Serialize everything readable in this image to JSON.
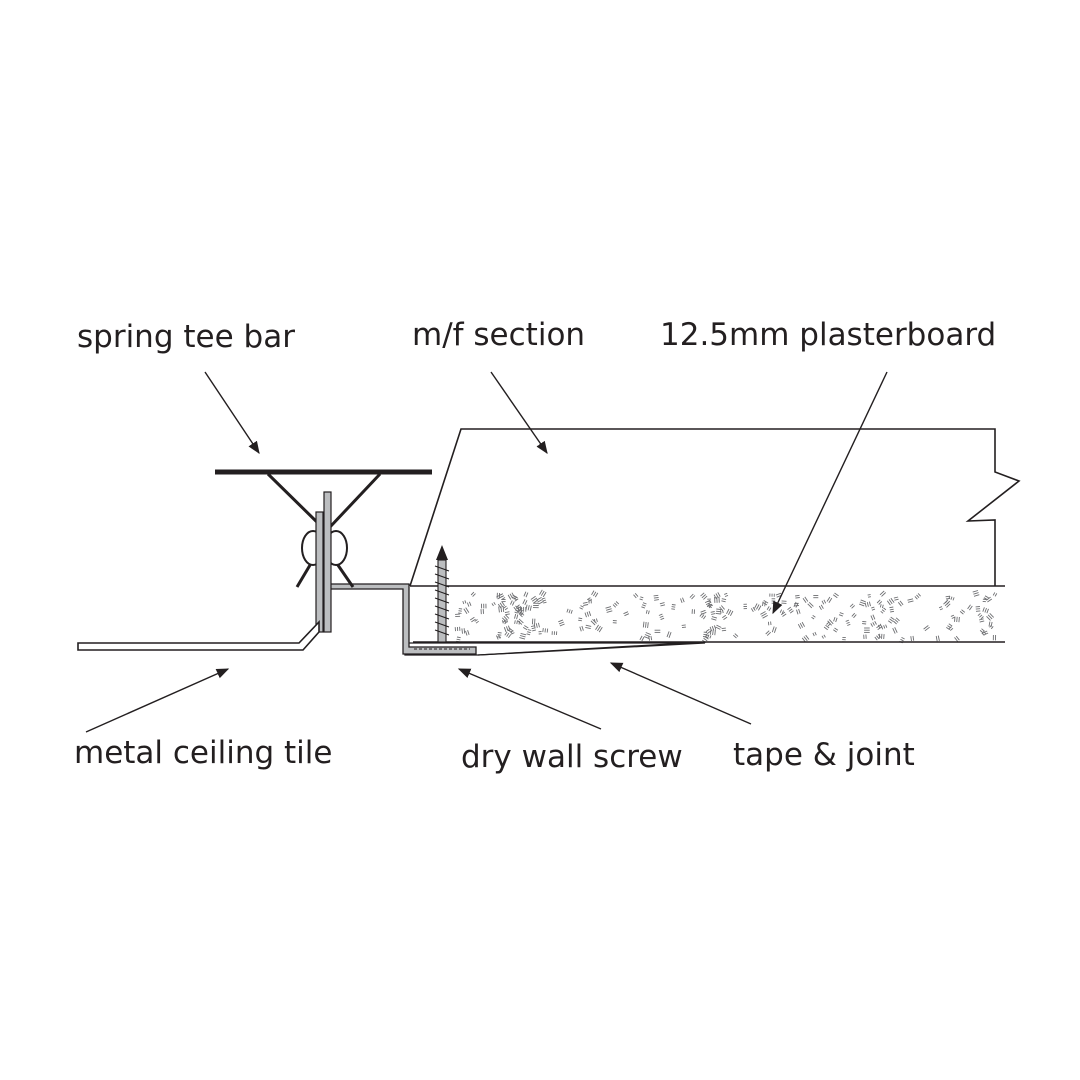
{
  "labels": {
    "spring_tee_bar": "spring tee bar",
    "mf_section": "m/f section",
    "plasterboard": "12.5mm plasterboard",
    "metal_ceiling_tile": "metal ceiling tile",
    "dry_wall_screw": "dry wall screw",
    "tape_joint": "tape & joint"
  },
  "colors": {
    "line": "#231f20",
    "metal": "#bcbec0",
    "background": "#ffffff"
  }
}
